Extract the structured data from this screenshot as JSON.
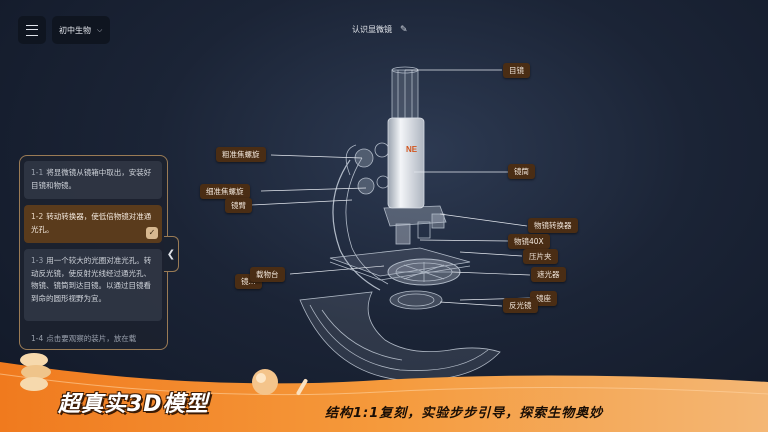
{
  "header": {
    "subject": "初中生物",
    "title": "认识显微镜"
  },
  "labels": {
    "eyepiece": "目镜",
    "coarse_knob": "粗准焦螺旋",
    "tube": "镜筒",
    "fine_knob": "细准焦螺旋",
    "arm": "镜臂",
    "nosepiece": "物镜转换器",
    "objective": "物镜40X",
    "clip": "压片夹",
    "stage": "载物台",
    "stage_hidden": "镜...",
    "diaphragm": "遮光器",
    "base": "镜座",
    "mirror": "反光镜"
  },
  "steps": [
    {
      "num": "1-1",
      "text": "将显微镜从镜箱中取出，安装好目镜和物镜。"
    },
    {
      "num": "1-2",
      "text": "转动转换器，使低倍物镜对准通光孔。"
    },
    {
      "num": "1-3",
      "text": "用一个较大的光圈对准光孔。转动反光镜，使反射光线经过通光孔、物镜、镜筒到达目镜。以通过目镜看到命的圆形视野为宜。"
    },
    {
      "num": "1-4",
      "text": "点击要观察的装片，放在载"
    }
  ],
  "banner": {
    "title": "超真实3D模型",
    "subtitle": "结构1:1复刻，实验步步引导，探索生物奥妙"
  },
  "colors": {
    "label_bg": "#4a2d14",
    "accent_orange": "#f08a2a",
    "panel_border": "#9a7b55"
  }
}
